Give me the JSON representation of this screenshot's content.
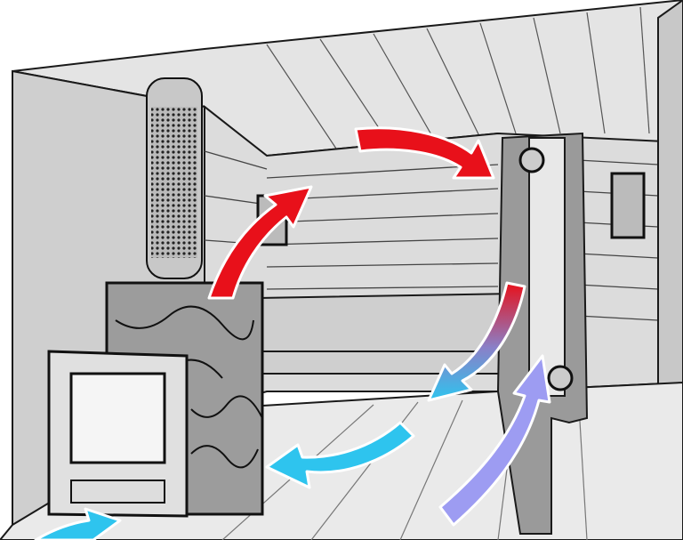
{
  "colors": {
    "wall": "#d4d4d4",
    "ceiling": "#e6e6e6",
    "floor": "#e8e8e8",
    "outline": "#1a1a1a",
    "duct": "#9a9a9a",
    "hot_air": "#e8101a",
    "cool_air": "#2ec4ee",
    "return_air": "#9d9cf2"
  },
  "arrows": [
    {
      "id": "stove-up",
      "kind": "hot_air"
    },
    {
      "id": "ceiling-to-duct",
      "kind": "hot_air"
    },
    {
      "id": "duct-down",
      "kind": "mixed"
    },
    {
      "id": "floor-to-stove",
      "kind": "cool_air"
    },
    {
      "id": "inlet",
      "kind": "cool_air"
    },
    {
      "id": "return-up",
      "kind": "return_air"
    }
  ]
}
